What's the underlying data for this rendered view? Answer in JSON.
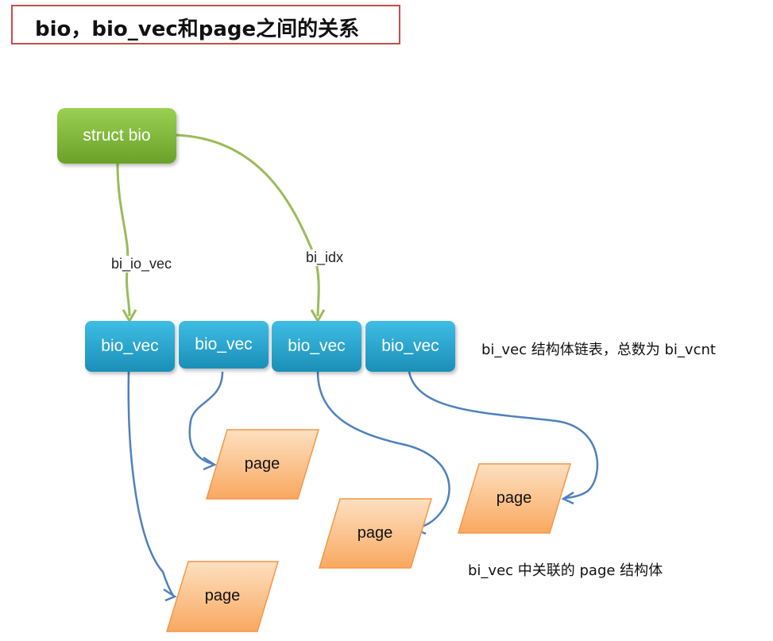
{
  "title": "bio，bio_vec和page之间的关系",
  "struct_node": {
    "label": "struct bio"
  },
  "edges": {
    "io_vec_label": "bi_io_vec",
    "idx_label": "bi_idx"
  },
  "bio_vecs": [
    {
      "label": "bio_vec"
    },
    {
      "label": "bio_vec"
    },
    {
      "label": "bio_vec"
    },
    {
      "label": "bio_vec"
    }
  ],
  "pages": [
    {
      "label": "page"
    },
    {
      "label": "page"
    },
    {
      "label": "page"
    },
    {
      "label": "page"
    }
  ],
  "notes": {
    "vec_list": "bi_vec 结构体链表，总数为 bi_vcnt",
    "page_struct": "bi_vec 中关联的 page 结构体"
  },
  "colors": {
    "green_node": "#7ab534",
    "blue_node": "#23a6d5",
    "page_fill": "#fbbf85",
    "green_edge": "#9bbb59",
    "blue_edge": "#4f81bd",
    "title_border": "#c0504d"
  }
}
